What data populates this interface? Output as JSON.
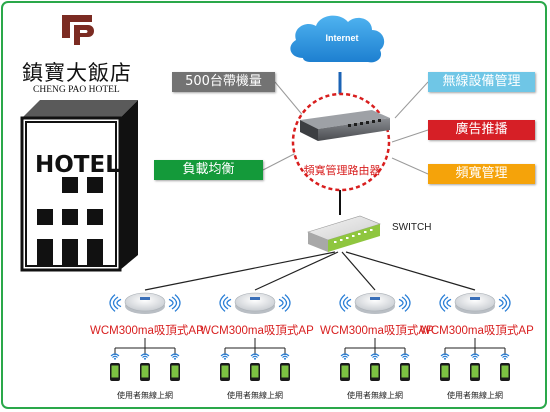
{
  "logo": {
    "chinese_name": "鎮寶大飯店",
    "english_name": "CHENG PAO HOTEL"
  },
  "building": {
    "sign_text": "HOTEL"
  },
  "internet": {
    "label": "Internet"
  },
  "router": {
    "label": "頻寬管理路由器"
  },
  "switch": {
    "label": "SWITCH"
  },
  "features": {
    "concurrent": "500台帶機量",
    "load_balance": "負載均衡",
    "wireless_mgmt": "無線設備管理",
    "ad_push": "廣告推播",
    "bandwidth_mgmt": "頻寬管理"
  },
  "colors": {
    "gray_tag": "#737373",
    "green_tag": "#149a3a",
    "lightblue_tag": "#6fc6e6",
    "red_tag": "#d61f26",
    "orange_tag": "#f5a30a",
    "frame": "#2aa84a",
    "router_circle": "#d81e1e"
  },
  "access_points": [
    {
      "label": "WCM300ma吸頂式AP",
      "users_label": "使用者無線上網"
    },
    {
      "label": "WCM300ma吸頂式AP",
      "users_label": "使用者無線上網"
    },
    {
      "label": "WCM300ma吸頂式AP",
      "users_label": "使用者無線上網"
    },
    {
      "label": "WCM300ma吸頂式AP",
      "users_label": "使用者無線上網"
    }
  ]
}
